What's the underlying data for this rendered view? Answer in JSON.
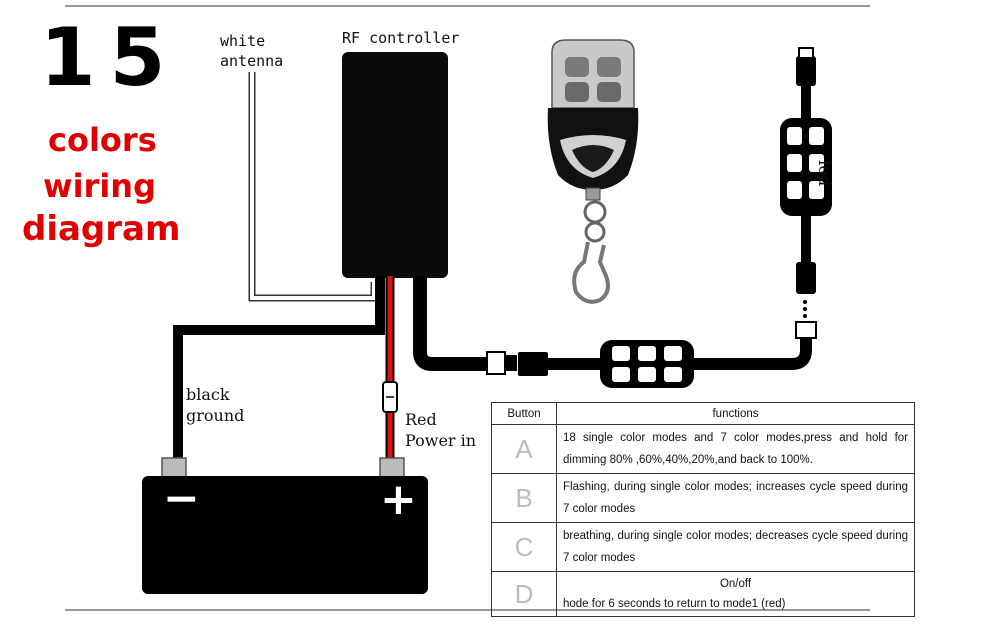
{
  "title": {
    "number": "15",
    "line1": "colors",
    "line2": "wiring",
    "line3": "diagram"
  },
  "labels": {
    "antenna": "white\nantenna",
    "controller": "RF controller",
    "led": "led",
    "ground": "black\nground",
    "power": "Red\nPower in"
  },
  "battery": {
    "minus": "−",
    "plus": "+"
  },
  "table": {
    "headers": [
      "Button",
      "functions"
    ],
    "rows": [
      {
        "button": "A",
        "text": "18 single color modes and 7 color modes,press and hold for dimming 80% ,60%,40%,20%,and back to 100%."
      },
      {
        "button": "B",
        "text": "Flashing, during single color modes; increases cycle speed during 7 color modes"
      },
      {
        "button": "C",
        "text": "breathing, during single color modes; decreases cycle speed during 7 color modes"
      },
      {
        "button": "D",
        "line1": "On/off",
        "line2": "hode for 6 seconds to return to mode1 (red)"
      }
    ]
  },
  "colors": {
    "wire_black": "#000000",
    "wire_red": "#dd1111",
    "title_red": "#e00000"
  }
}
